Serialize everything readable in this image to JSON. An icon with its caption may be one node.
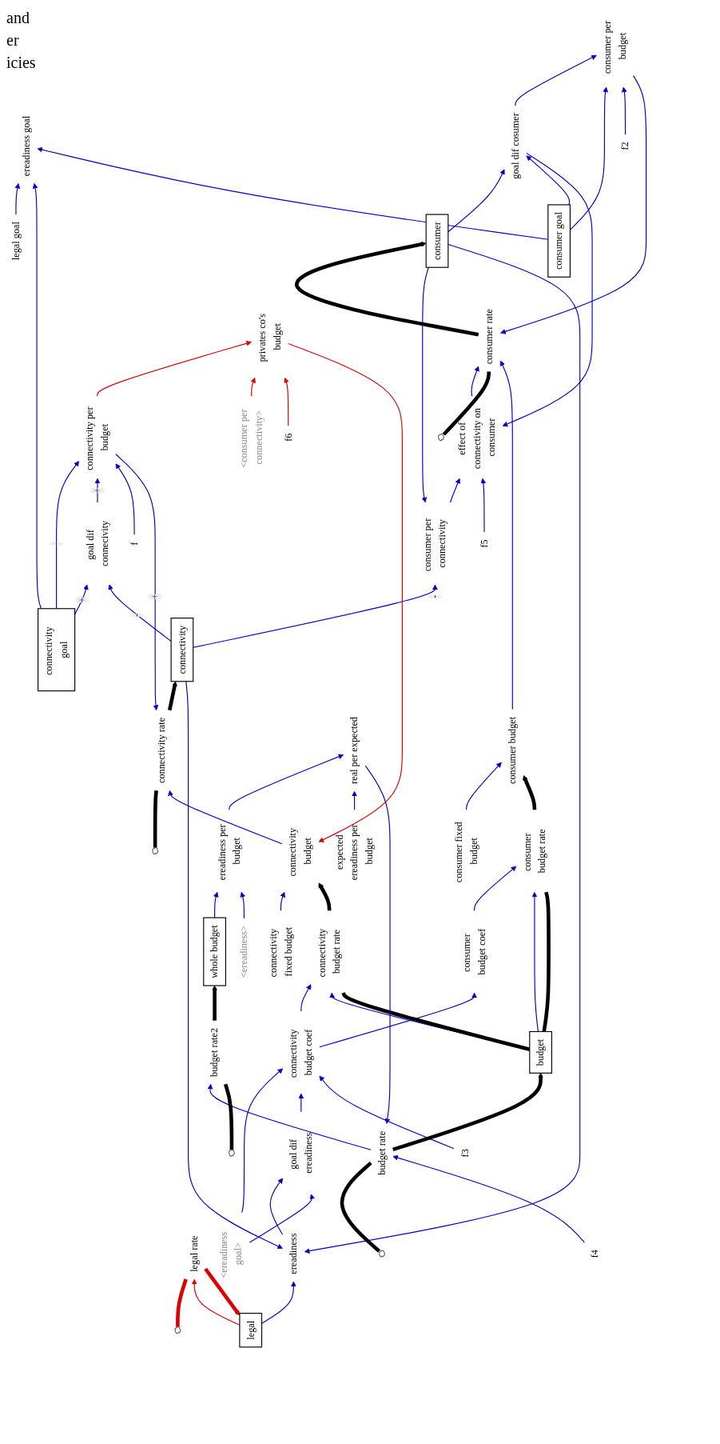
{
  "diagram": {
    "nodes": [
      {
        "text": [
          "legal goal"
        ]
      },
      {
        "text": [
          "ereadiness goal"
        ]
      },
      {
        "text": [
          "legal"
        ]
      },
      {
        "text": [
          "legal rate"
        ]
      },
      {
        "text": [],
        "shape": "cloud"
      },
      {
        "text": [
          "connectivity goal"
        ]
      },
      {
        "text": [
          "goal dif connecivity"
        ]
      },
      {
        "text": [
          "connectivity per budget"
        ]
      },
      {
        "text": [
          "connectivity"
        ]
      },
      {
        "text": [
          "connectivity rate"
        ]
      },
      {
        "text": [],
        "shape": "cloud"
      },
      {
        "text": [
          "f5"
        ]
      },
      {
        "text": [
          "effect of connectivity on consumer"
        ]
      },
      {
        "text": [
          "consumer per connectivity"
        ]
      },
      {
        "text": [
          "consumer"
        ]
      },
      {
        "text": [
          "consumer rate"
        ]
      },
      {
        "text": [],
        "shape": "cloud"
      },
      {
        "text": [
          "goal dif cosumer"
        ]
      },
      {
        "text": [
          "consumer goal"
        ]
      },
      {
        "text": [
          "consumer per budget"
        ]
      },
      {
        "text": [
          "f"
        ]
      },
      {
        "text": [
          "privates co's budget"
        ]
      },
      {
        "text": [
          "ereadiness"
        ]
      },
      {
        "text": [
          "f2"
        ]
      },
      {
        "text": [
          "<consumer per connectivity>"
        ]
      },
      {
        "text": [
          "f6"
        ]
      },
      {
        "text": [
          "<ereadiness goal>"
        ]
      },
      {
        "text": [
          "connectivity fixed budget"
        ]
      },
      {
        "text": [
          "connectivity budget"
        ]
      },
      {
        "text": [
          "goal dif ereadiness"
        ]
      },
      {
        "text": [
          "consumer budget"
        ]
      },
      {
        "text": [
          "consumer fixed budget"
        ]
      },
      {
        "text": [
          "f3"
        ]
      },
      {
        "text": [
          "connectivity budget coef"
        ]
      },
      {
        "text": [
          "connectivity budget rate"
        ]
      },
      {
        "text": [
          "budget"
        ]
      },
      {
        "text": [
          "consumer budget rate"
        ]
      },
      {
        "text": [
          "consumer budget coef"
        ]
      },
      {
        "text": [
          "budget rate"
        ]
      },
      {
        "text": [],
        "shape": "cloud"
      },
      {
        "text": [
          "whole budget"
        ]
      },
      {
        "text": [
          "budget rate2"
        ]
      },
      {
        "text": [],
        "shape": "cloud"
      },
      {
        "text": [
          "real per expected"
        ]
      },
      {
        "text": [
          "f4"
        ]
      },
      {
        "text": [
          "ereadiness per budget"
        ]
      },
      {
        "text": [
          "expected ereadiness per budget"
        ]
      },
      {
        "text": [
          "<ereadiness>"
        ]
      }
    ],
    "edges": [
      {
        "from": 4,
        "to": 3,
        "arrow": "none",
        "style": "thick",
        "color": "#dd0000"
      },
      {
        "from": 3,
        "to": 2,
        "arrow": "to",
        "style": "thick",
        "color": "#dd0000"
      },
      {
        "from": 2,
        "to": 3,
        "arrow": "to",
        "color": "#dd0000"
      },
      {
        "from": 0,
        "to": 1,
        "arrow": "to"
      },
      {
        "from": 5,
        "to": 1,
        "arrow": "to"
      },
      {
        "from": 18,
        "to": 1,
        "arrow": "to"
      },
      {
        "from": 5,
        "to": 6,
        "arrow": "to",
        "label": "+"
      },
      {
        "from": 8,
        "to": 6,
        "arrow": "to",
        "label": "-"
      },
      {
        "from": 5,
        "to": 7,
        "arrow": "to",
        "label": "-"
      },
      {
        "from": 6,
        "to": 7,
        "arrow": "to",
        "label": "+"
      },
      {
        "from": 20,
        "to": 7,
        "arrow": "to"
      },
      {
        "from": 7,
        "to": 9,
        "arrow": "to",
        "label": "+"
      },
      {
        "from": 7,
        "to": 21,
        "arrow": "to",
        "color": "#dd0000"
      },
      {
        "from": 10,
        "to": 9,
        "arrow": "none",
        "style": "thick",
        "color": "#000000"
      },
      {
        "from": 9,
        "to": 8,
        "arrow": "to",
        "style": "thick",
        "color": "#000000"
      },
      {
        "from": 8,
        "to": 13,
        "arrow": "to",
        "label": "-"
      },
      {
        "from": 14,
        "to": 13,
        "arrow": "to"
      },
      {
        "from": 13,
        "to": 12,
        "arrow": "to"
      },
      {
        "from": 11,
        "to": 12,
        "arrow": "to"
      },
      {
        "from": 17,
        "to": 12,
        "arrow": "to"
      },
      {
        "from": 14,
        "to": 17,
        "arrow": "to"
      },
      {
        "from": 18,
        "to": 17,
        "arrow": "to"
      },
      {
        "from": 17,
        "to": 19,
        "arrow": "to"
      },
      {
        "from": 18,
        "to": 19,
        "arrow": "to"
      },
      {
        "from": 23,
        "to": 19,
        "arrow": "to"
      },
      {
        "from": 19,
        "to": 15,
        "arrow": "to"
      },
      {
        "from": 12,
        "to": 15,
        "arrow": "to"
      },
      {
        "from": 16,
        "to": 15,
        "arrow": "none",
        "style": "thick",
        "color": "#000000"
      },
      {
        "from": 15,
        "to": 14,
        "arrow": "to",
        "style": "thick",
        "color": "#000000"
      },
      {
        "from": 2,
        "to": 22,
        "arrow": "to"
      },
      {
        "from": 8,
        "to": 22,
        "arrow": "to"
      },
      {
        "from": 14,
        "to": 22,
        "arrow": "to"
      },
      {
        "from": 22,
        "to": 29,
        "arrow": "to"
      },
      {
        "from": 26,
        "to": 29,
        "arrow": "to"
      },
      {
        "from": 26,
        "to": 33,
        "arrow": "to"
      },
      {
        "from": 29,
        "to": 33,
        "arrow": "to"
      },
      {
        "from": 32,
        "to": 33,
        "arrow": "to"
      },
      {
        "from": 33,
        "to": 34,
        "arrow": "to"
      },
      {
        "from": 33,
        "to": 37,
        "arrow": "to"
      },
      {
        "from": 37,
        "to": 36,
        "arrow": "to"
      },
      {
        "from": 35,
        "to": 34,
        "arrow": "to"
      },
      {
        "from": 35,
        "to": 36,
        "arrow": "to"
      },
      {
        "from": 24,
        "to": 21,
        "arrow": "to",
        "color": "#dd0000"
      },
      {
        "from": 25,
        "to": 21,
        "arrow": "to",
        "color": "#dd0000"
      },
      {
        "from": 21,
        "to": 28,
        "arrow": "to",
        "color": "#dd0000"
      },
      {
        "from": 27,
        "to": 28,
        "arrow": "to"
      },
      {
        "from": 28,
        "to": 9,
        "arrow": "to"
      },
      {
        "from": 30,
        "to": 15,
        "arrow": "to"
      },
      {
        "from": 31,
        "to": 30,
        "arrow": "to"
      },
      {
        "from": 35,
        "to": 34,
        "arrow": "none",
        "style": "thick",
        "color": "#000000"
      },
      {
        "from": 34,
        "to": 28,
        "arrow": "to",
        "style": "thick",
        "color": "#000000"
      },
      {
        "from": 35,
        "to": 36,
        "arrow": "none",
        "style": "thick",
        "color": "#000000"
      },
      {
        "from": 36,
        "to": 30,
        "arrow": "to",
        "style": "thick",
        "color": "#000000"
      },
      {
        "from": 39,
        "to": 38,
        "arrow": "none",
        "style": "thick",
        "color": "#000000"
      },
      {
        "from": 38,
        "to": 35,
        "arrow": "to",
        "style": "thick",
        "color": "#000000"
      },
      {
        "from": 44,
        "to": 38,
        "arrow": "to"
      },
      {
        "from": 43,
        "to": 38,
        "arrow": "to"
      },
      {
        "from": 38,
        "to": 41,
        "arrow": "to"
      },
      {
        "from": 42,
        "to": 41,
        "arrow": "none",
        "style": "thick",
        "color": "#000000"
      },
      {
        "from": 41,
        "to": 40,
        "arrow": "to",
        "style": "thick",
        "color": "#000000"
      },
      {
        "from": 40,
        "to": 45,
        "arrow": "to"
      },
      {
        "from": 45,
        "to": 43,
        "arrow": "to"
      },
      {
        "from": 46,
        "to": 43,
        "arrow": "to"
      },
      {
        "from": 47,
        "to": 45,
        "arrow": "to"
      }
    ],
    "labels": [
      "and",
      "er",
      "icies"
    ]
  }
}
